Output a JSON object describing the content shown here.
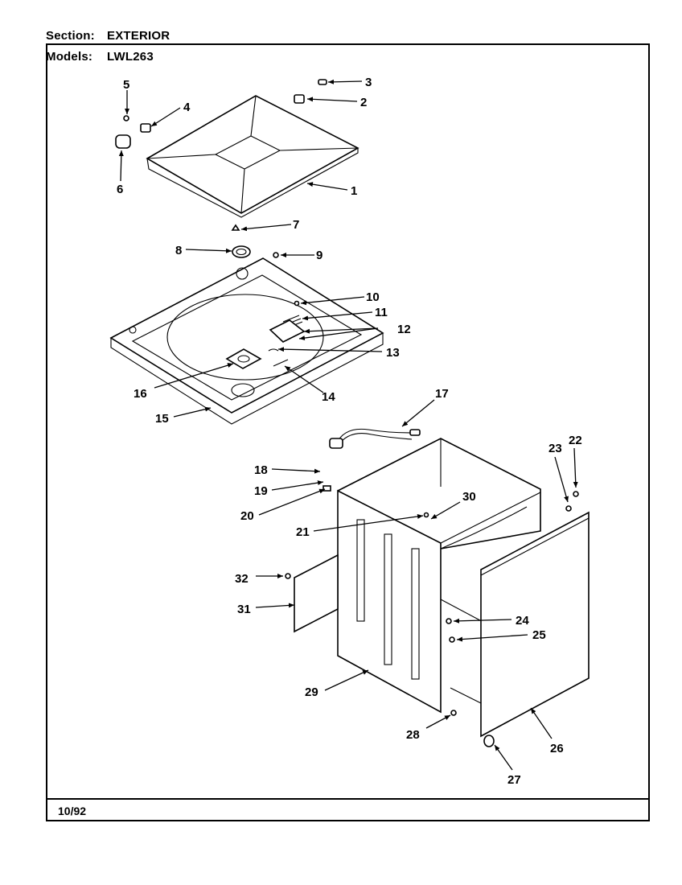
{
  "header": {
    "section_label": "Section:",
    "section_value": "EXTERIOR",
    "models_label": "Models:",
    "models_value": "LWL263"
  },
  "footer": {
    "date": "10/92"
  },
  "callouts": [
    "1",
    "2",
    "3",
    "4",
    "5",
    "6",
    "7",
    "8",
    "9",
    "10",
    "11",
    "12",
    "13",
    "14",
    "15",
    "16",
    "17",
    "18",
    "19",
    "20",
    "21",
    "22",
    "23",
    "24",
    "25",
    "26",
    "27",
    "28",
    "29",
    "30",
    "31",
    "32"
  ]
}
